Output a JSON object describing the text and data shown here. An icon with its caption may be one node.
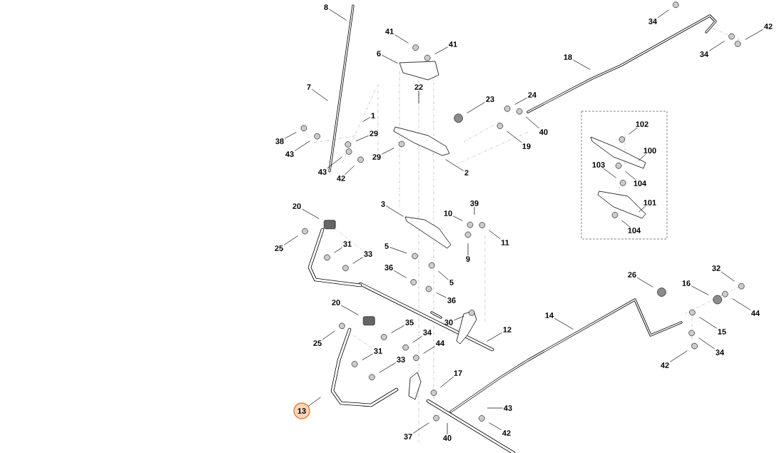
{
  "diagram": {
    "nodes": [
      {
        "text": [
          "8"
        ]
      },
      {
        "text": [
          "41"
        ]
      },
      {
        "text": [
          "41"
        ]
      },
      {
        "text": [
          "6"
        ]
      },
      {
        "text": [
          "7"
        ]
      },
      {
        "text": [
          "22"
        ]
      },
      {
        "text": [
          "23"
        ]
      },
      {
        "text": [
          "24"
        ]
      },
      {
        "text": [
          "1"
        ]
      },
      {
        "text": [
          "29"
        ]
      },
      {
        "text": [
          "38"
        ]
      },
      {
        "text": [
          "43"
        ]
      },
      {
        "text": [
          "29"
        ]
      },
      {
        "text": [
          "43"
        ]
      },
      {
        "text": [
          "42"
        ]
      },
      {
        "text": [
          "2"
        ]
      },
      {
        "text": [
          "40"
        ]
      },
      {
        "text": [
          "19"
        ]
      },
      {
        "text": [
          "18"
        ]
      },
      {
        "text": [
          "34"
        ]
      },
      {
        "text": [
          "34"
        ]
      },
      {
        "text": [
          "42"
        ]
      },
      {
        "text": [
          "102"
        ]
      },
      {
        "text": [
          "100"
        ]
      },
      {
        "text": [
          "103"
        ]
      },
      {
        "text": [
          "104"
        ]
      },
      {
        "text": [
          "101"
        ]
      },
      {
        "text": [
          "104"
        ]
      },
      {
        "text": [
          "20"
        ]
      },
      {
        "text": [
          "25"
        ]
      },
      {
        "text": [
          "3"
        ]
      },
      {
        "text": [
          "10"
        ]
      },
      {
        "text": [
          "39"
        ]
      },
      {
        "text": [
          "11"
        ]
      },
      {
        "text": [
          "31"
        ]
      },
      {
        "text": [
          "33"
        ]
      },
      {
        "text": [
          "5"
        ]
      },
      {
        "text": [
          "9"
        ]
      },
      {
        "text": [
          "36"
        ]
      },
      {
        "text": [
          "5"
        ]
      },
      {
        "text": [
          "36"
        ]
      },
      {
        "text": [
          "30"
        ]
      },
      {
        "text": [
          "20"
        ]
      },
      {
        "text": [
          "12"
        ]
      },
      {
        "text": [
          "14"
        ]
      },
      {
        "text": [
          "26"
        ]
      },
      {
        "text": [
          "32"
        ]
      },
      {
        "text": [
          "16"
        ]
      },
      {
        "text": [
          "44"
        ]
      },
      {
        "text": [
          "15"
        ]
      },
      {
        "text": [
          "34"
        ]
      },
      {
        "text": [
          "42"
        ]
      },
      {
        "text": [
          "35"
        ]
      },
      {
        "text": [
          "34"
        ]
      },
      {
        "text": [
          "44"
        ]
      },
      {
        "text": [
          "25"
        ]
      },
      {
        "text": [
          "31"
        ]
      },
      {
        "text": [
          "33"
        ]
      },
      {
        "text": [
          "17"
        ]
      },
      {
        "text": [
          "13"
        ]
      },
      {
        "text": [
          "43"
        ]
      },
      {
        "text": [
          "42"
        ]
      },
      {
        "text": [
          "37"
        ]
      },
      {
        "text": [
          "40"
        ]
      }
    ],
    "edges": [
      {
        "from": 0,
        "to": null,
        "arrow": "none"
      },
      {
        "from": 1,
        "to": null,
        "arrow": "none"
      },
      {
        "from": 2,
        "to": null,
        "arrow": "none"
      },
      {
        "from": 3,
        "to": null,
        "arrow": "none"
      },
      {
        "from": 4,
        "to": null,
        "arrow": "none"
      },
      {
        "from": 5,
        "to": null,
        "arrow": "none"
      },
      {
        "from": 6,
        "to": null,
        "arrow": "none"
      },
      {
        "from": 7,
        "to": null,
        "arrow": "none"
      },
      {
        "from": 8,
        "to": null,
        "arrow": "none"
      },
      {
        "from": 9,
        "to": null,
        "arrow": "none"
      },
      {
        "from": 10,
        "to": null,
        "arrow": "none"
      },
      {
        "from": 11,
        "to": null,
        "arrow": "none"
      },
      {
        "from": 12,
        "to": null,
        "arrow": "none"
      },
      {
        "from": 13,
        "to": null,
        "arrow": "none"
      },
      {
        "from": 14,
        "to": null,
        "arrow": "none"
      },
      {
        "from": 15,
        "to": null,
        "arrow": "none"
      },
      {
        "from": 16,
        "to": null,
        "arrow": "none"
      },
      {
        "from": 17,
        "to": null,
        "arrow": "none"
      },
      {
        "from": 18,
        "to": null,
        "arrow": "none"
      },
      {
        "from": 19,
        "to": null,
        "arrow": "none"
      },
      {
        "from": 20,
        "to": null,
        "arrow": "none"
      },
      {
        "from": 21,
        "to": null,
        "arrow": "none"
      },
      {
        "from": 22,
        "to": null,
        "arrow": "none"
      },
      {
        "from": 23,
        "to": null,
        "arrow": "none"
      },
      {
        "from": 24,
        "to": null,
        "arrow": "none"
      },
      {
        "from": 25,
        "to": null,
        "arrow": "none"
      },
      {
        "from": 26,
        "to": null,
        "arrow": "none"
      },
      {
        "from": 27,
        "to": null,
        "arrow": "none"
      },
      {
        "from": 28,
        "to": null,
        "arrow": "none"
      },
      {
        "from": 29,
        "to": null,
        "arrow": "none"
      },
      {
        "from": 30,
        "to": null,
        "arrow": "none"
      },
      {
        "from": 31,
        "to": null,
        "arrow": "none"
      },
      {
        "from": 32,
        "to": null,
        "arrow": "none"
      },
      {
        "from": 33,
        "to": null,
        "arrow": "none"
      },
      {
        "from": 34,
        "to": null,
        "arrow": "none"
      },
      {
        "from": 35,
        "to": null,
        "arrow": "none"
      },
      {
        "from": 36,
        "to": null,
        "arrow": "none"
      },
      {
        "from": 37,
        "to": null,
        "arrow": "none"
      },
      {
        "from": 38,
        "to": null,
        "arrow": "none"
      },
      {
        "from": 39,
        "to": null,
        "arrow": "none"
      },
      {
        "from": 40,
        "to": null,
        "arrow": "none"
      },
      {
        "from": 41,
        "to": null,
        "arrow": "none"
      },
      {
        "from": 42,
        "to": null,
        "arrow": "none"
      },
      {
        "from": 43,
        "to": null,
        "arrow": "none"
      },
      {
        "from": 44,
        "to": null,
        "arrow": "none"
      },
      {
        "from": 45,
        "to": null,
        "arrow": "none"
      },
      {
        "from": 46,
        "to": null,
        "arrow": "none"
      },
      {
        "from": 47,
        "to": null,
        "arrow": "none"
      },
      {
        "from": 48,
        "to": null,
        "arrow": "none"
      },
      {
        "from": 49,
        "to": null,
        "arrow": "none"
      },
      {
        "from": 50,
        "to": null,
        "arrow": "none"
      },
      {
        "from": 51,
        "to": null,
        "arrow": "none"
      },
      {
        "from": 52,
        "to": null,
        "arrow": "none"
      },
      {
        "from": 53,
        "to": null,
        "arrow": "none"
      },
      {
        "from": 54,
        "to": null,
        "arrow": "none"
      },
      {
        "from": 55,
        "to": null,
        "arrow": "none"
      },
      {
        "from": 56,
        "to": null,
        "arrow": "none"
      },
      {
        "from": 57,
        "to": null,
        "arrow": "none"
      },
      {
        "from": 58,
        "to": null,
        "arrow": "none"
      },
      {
        "from": 59,
        "to": null,
        "arrow": "none"
      },
      {
        "from": 60,
        "to": null,
        "arrow": "none"
      },
      {
        "from": 61,
        "to": null,
        "arrow": "none"
      },
      {
        "from": 62,
        "to": null,
        "arrow": "none"
      },
      {
        "from": 63,
        "to": null,
        "arrow": "none"
      }
    ]
  }
}
